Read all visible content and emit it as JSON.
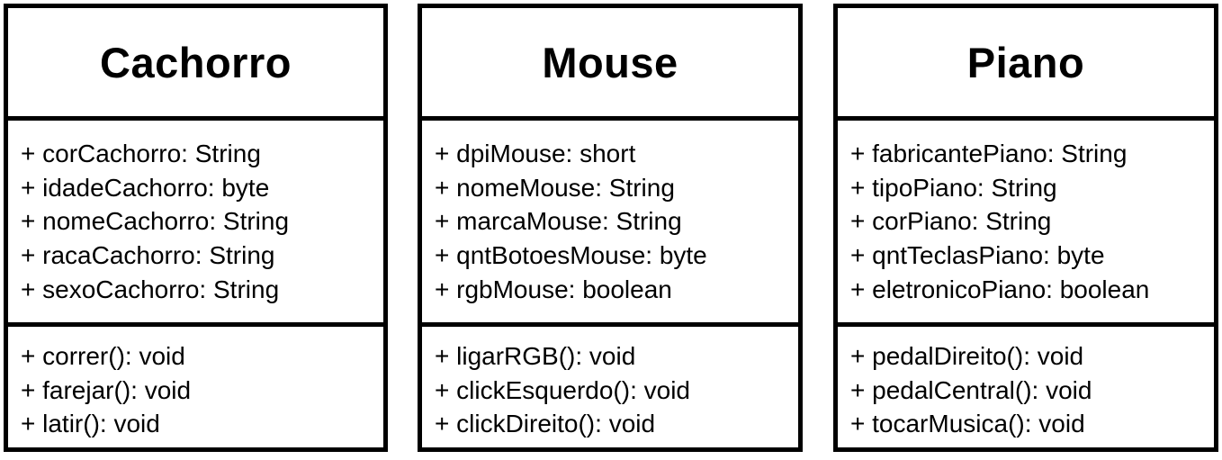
{
  "diagram": {
    "classes": [
      {
        "name": "Cachorro",
        "attributes": [
          "+ corCachorro: String",
          "+ idadeCachorro: byte",
          "+ nomeCachorro: String",
          "+ racaCachorro: String",
          "+ sexoCachorro: String"
        ],
        "operations": [
          "+ correr(): void",
          "+ farejar(): void",
          "+ latir(): void"
        ]
      },
      {
        "name": "Mouse",
        "attributes": [
          "+ dpiMouse: short",
          "+ nomeMouse: String",
          "+ marcaMouse: String",
          "+ qntBotoesMouse: byte",
          "+ rgbMouse: boolean"
        ],
        "operations": [
          "+ ligarRGB(): void",
          "+ clickEsquerdo(): void",
          "+ clickDireito(): void"
        ]
      },
      {
        "name": "Piano",
        "attributes": [
          "+ fabricantePiano: String",
          "+ tipoPiano: String",
          "+ corPiano: String",
          "+ qntTeclasPiano: byte",
          "+ eletronicoPiano: boolean"
        ],
        "operations": [
          "+ pedalDireito(): void",
          "+ pedalCentral(): void",
          "+ tocarMusica(): void"
        ]
      }
    ]
  }
}
